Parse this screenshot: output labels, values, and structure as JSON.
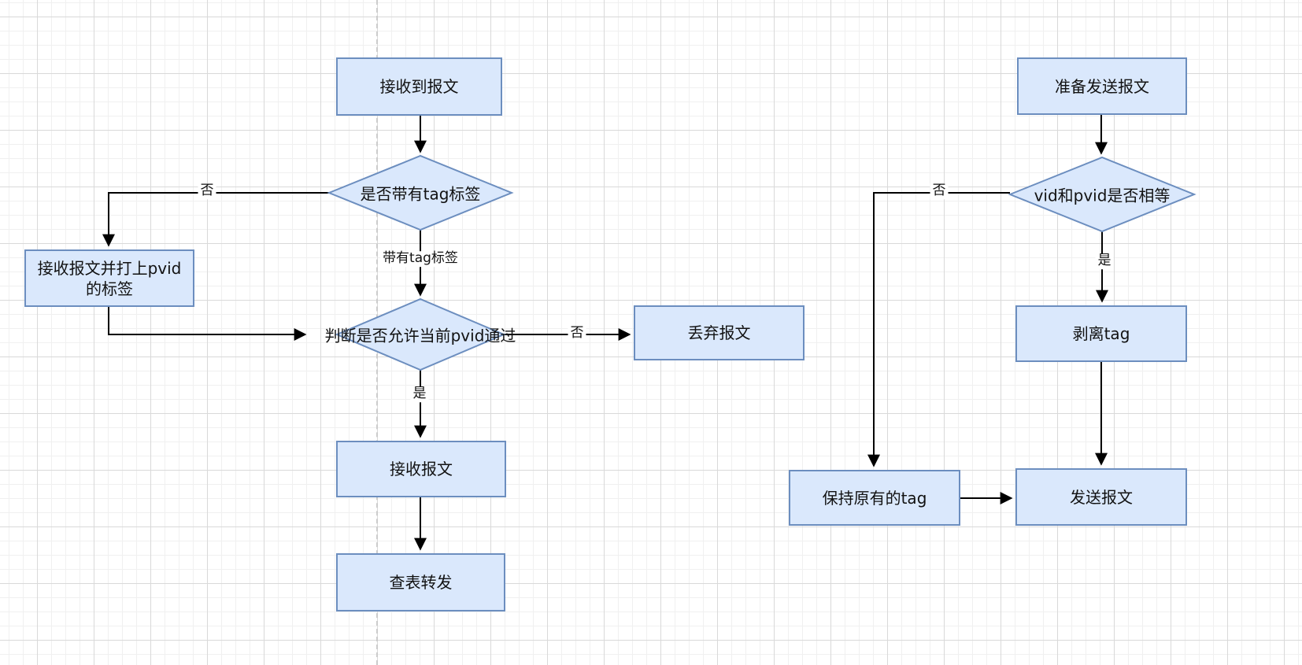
{
  "diagram": {
    "colors": {
      "node_fill": "#dae8fc",
      "node_stroke": "#6c8ebf",
      "edge_color": "#000000",
      "grid_minor": "#f0f0f0",
      "grid_major": "#d9d9d9",
      "guide_dash": "#cccccc",
      "background": "#ffffff"
    },
    "receive_flow": {
      "start": "接收到报文",
      "decision_has_tag": "是否带有tag标签",
      "edge_no_to_pvid": "否",
      "process_tag_pvid": "接收报文并打上pvid\n的标签",
      "edge_has_tag": "带有tag标签",
      "decision_pvid_allowed": "判断是否允许当前pvid通过",
      "edge_no_to_discard": "否",
      "process_discard": "丢弃报文",
      "edge_yes": "是",
      "process_receive": "接收报文",
      "process_lookup_forward": "查表转发"
    },
    "send_flow": {
      "start": "准备发送报文",
      "decision_vid_equals_pvid": "vid和pvid是否相等",
      "edge_no": "否",
      "edge_yes": "是",
      "process_strip_tag": "剥离tag",
      "process_keep_tag": "保持原有的tag",
      "process_send": "发送报文"
    }
  }
}
